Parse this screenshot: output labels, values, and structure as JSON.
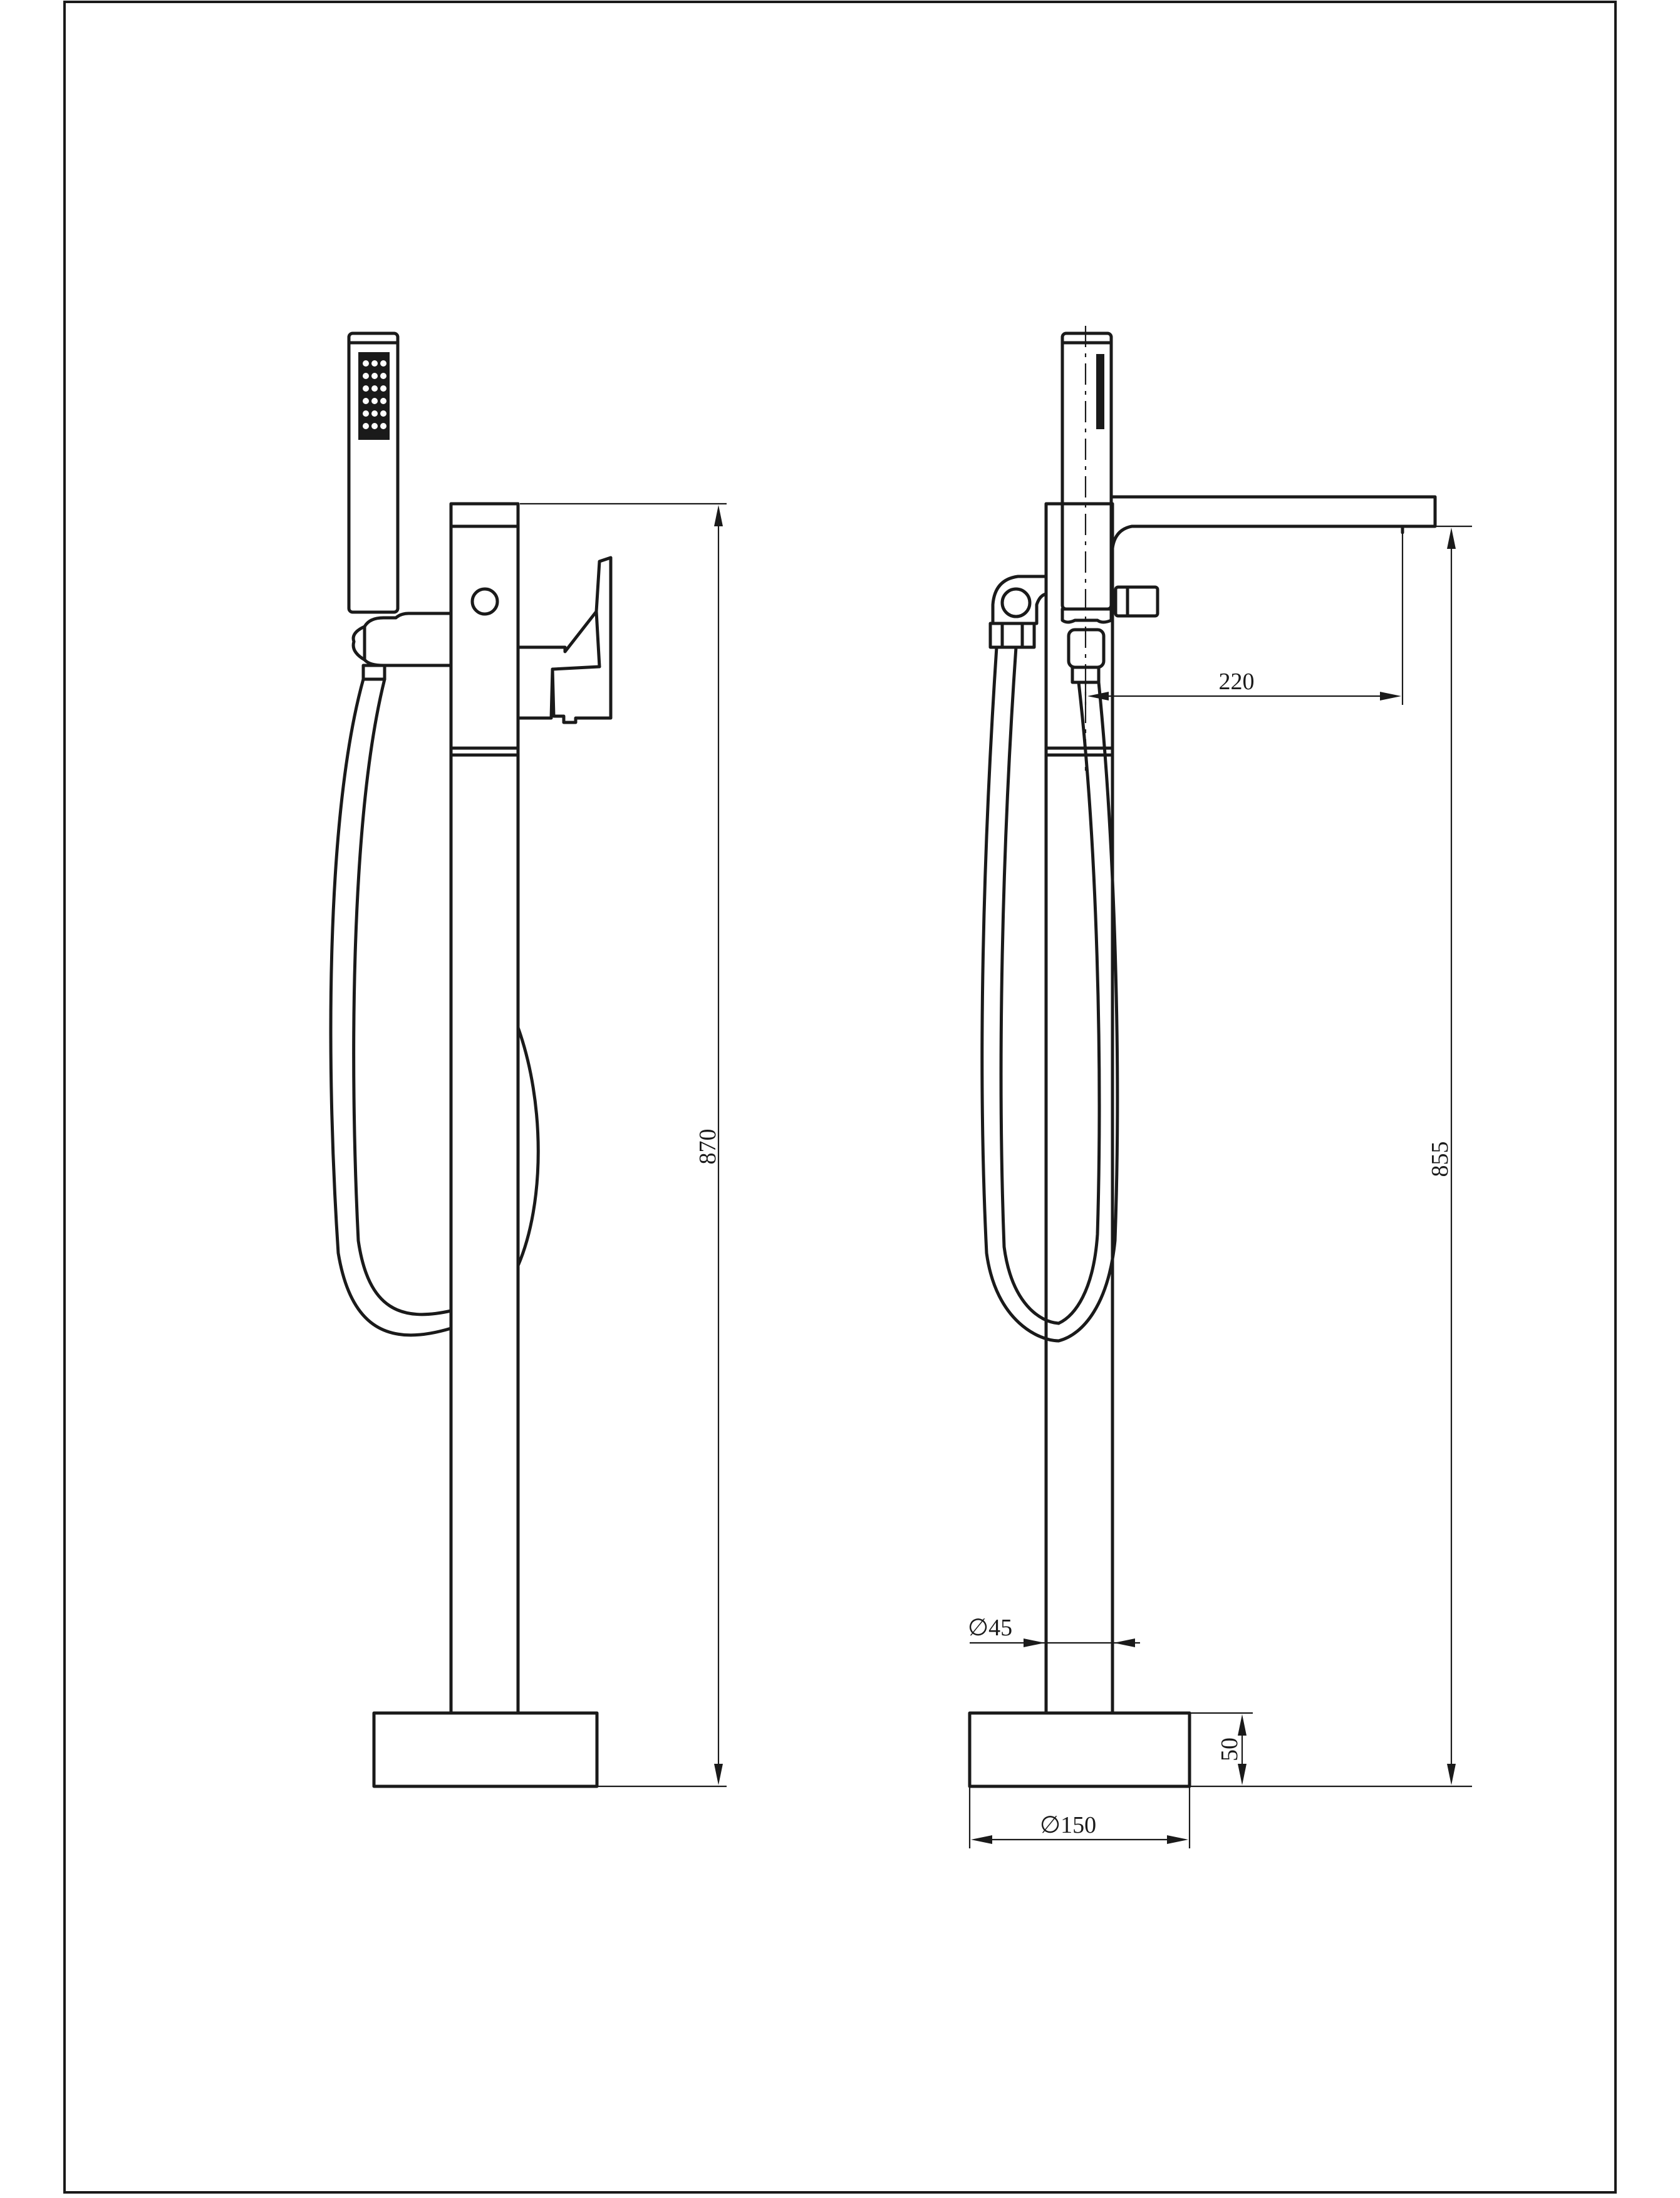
{
  "drawing": {
    "title": "",
    "views": [
      "side-view",
      "front-view"
    ]
  },
  "dimensions": {
    "overall_height_side": "870",
    "spout_height": "855",
    "spout_reach": "220",
    "column_diameter": "45",
    "base_diameter": "150",
    "base_height": "50",
    "diameter_symbol": "∅"
  },
  "colors": {
    "line": "#1a1a1a",
    "background": "#ffffff"
  }
}
